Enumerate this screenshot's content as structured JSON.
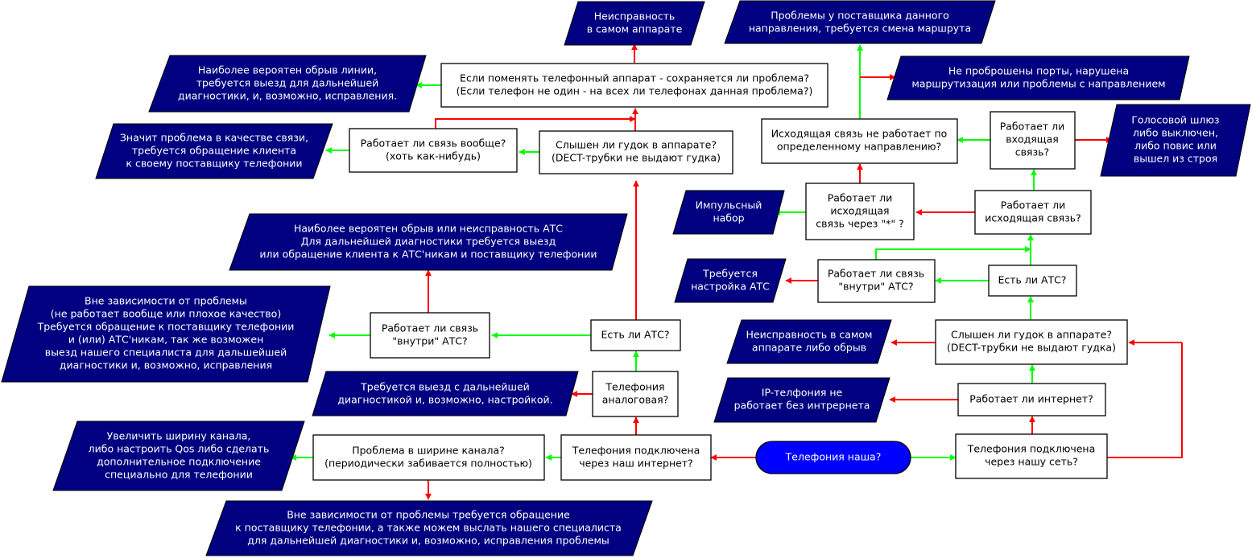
{
  "colors": {
    "yes_arrow": "#00ff00",
    "no_arrow": "#ff0000",
    "result_fill": "#000080",
    "start_fill": "#0000ff",
    "question_fill": "#ffffff"
  },
  "start": "Телефония наша?",
  "questions": {
    "q_phone_swap": [
      "Если поменять телефонный аппарат - сохраняется ли проблема?",
      "(Если телефон не один - на всех ли телефонах данная проблема?)"
    ],
    "q_works_at_all": [
      "Работает ли связь вообще?",
      "(хоть как-нибудь)"
    ],
    "q_dial_tone_left": [
      "Слышен ли гудок в аппарате?",
      "(DECT-трубки не выдают гудка)"
    ],
    "q_internal_left": [
      "Работает ли связь",
      "\"внутри\" АТС?"
    ],
    "q_pbx_left": [
      "Есть ли АТС?"
    ],
    "q_analog": [
      "Телефония",
      "аналоговая?"
    ],
    "q_via_internet": [
      "Телефония подключена",
      "через наш интернет?"
    ],
    "q_bandwidth": [
      "Проблема в ширине канала?",
      "(периодически забивается полностью)"
    ],
    "q_outgoing_direction": [
      "Исходящая связь не работает по",
      "определенному направлению?"
    ],
    "q_incoming": [
      "Работает ли",
      "входящая",
      "связь?"
    ],
    "q_outgoing_star": [
      "Работает ли",
      "исходящая",
      "связь через \"*\" ?"
    ],
    "q_outgoing": [
      "Работает ли",
      "исходящая связь?"
    ],
    "q_internal_right": [
      "Работает ли связь",
      "\"внутри\" АТС?"
    ],
    "q_pbx_right": [
      "Есть ли АТС?"
    ],
    "q_dial_tone_right": [
      "Слышен ли гудок в аппарате?",
      "(DECT-трубки не выдают гудка)"
    ],
    "q_internet": [
      "Работает ли интернет?"
    ],
    "q_via_network": [
      "Телефония подключена",
      "через нашу сеть?"
    ]
  },
  "results": {
    "r_device_fault": [
      "Неисправность",
      "в самом аппарате"
    ],
    "r_line_break": [
      "Наиболее вероятен обрыв линии,",
      "требуется выезд для дальнейшей",
      "диагностики, и, возможно, исправления."
    ],
    "r_quality": [
      "Значит проблема в качестве связи,",
      "требуется обращение клиента",
      "к своему поставщику телефонии"
    ],
    "r_pbx_fault": [
      "Наиболее вероятен обрыв или неисправность АТС",
      "Для дальнейшей диагностики требуется выезд",
      "или обращение клиента к АТС'никам и поставщику телефонии"
    ],
    "r_regardless": [
      "Вне зависимости от проблемы",
      "(не работает вообще или плохое качество)",
      "Требуется обращение к поставщику телефонии",
      "и (или) АТС'никам, так же возможен",
      "выезд нашего специалиста для дальшейшей",
      "диагностики и, возможно, исправления"
    ],
    "r_visit_setup": [
      "Требуется выезд с дальнейшей",
      "диагностикой  и, возможно, настройкой."
    ],
    "r_bandwidth": [
      "Увеличить ширину канала,",
      "либо настроить Qos либо сделать",
      "дополнительное подключение",
      "специально для телефонии"
    ],
    "r_provider_contact": [
      "Вне зависимости от проблемы требуется обращение",
      "к поставщику телефонии, а также можем выслать нашего специалиста",
      "для дальнейшей диагностики и, возможно, исправления проблемы"
    ],
    "r_provider_route": [
      "Проблемы  у поставщика данного",
      "направления, требуется смена маршрута"
    ],
    "r_ports": [
      "Не проброшены порты, нарушена",
      "маршрутизация или проблемы с направлением"
    ],
    "r_gateway": [
      "Голосовой шлюз",
      "либо выключен,",
      "либо повис или",
      "вышел из строя"
    ],
    "r_pulse": [
      "Импульсный",
      "набор"
    ],
    "r_pbx_setup": [
      "Требуется",
      "настройка АТС"
    ],
    "r_device_or_break": [
      "Неисправность в самом",
      "аппарате либо обрыв"
    ],
    "r_ip_internet": [
      "IP-телфония не",
      "работает без интрернета"
    ]
  }
}
